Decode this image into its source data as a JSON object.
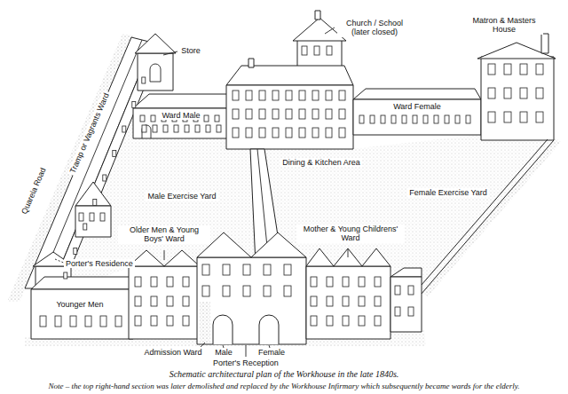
{
  "diagram": {
    "caption": "Schematic architectural plan of the Workhouse in the late 1840s.",
    "labels": [
      "Store",
      "Church / School (later closed)",
      "Matron & Masters House",
      "Ward Male",
      "Ward Female",
      "Tramp or Vagrants Ward",
      "Quarela Road",
      "Dining & Kitchen Area",
      "Male Exercise Yard",
      "Female Exercise Yard",
      "Porter's Residence",
      "Older Men & Young Boys' Ward",
      "Mother & Young Childrens' Ward",
      "Younger Men",
      "Admission Ward",
      "Male",
      "Female",
      "Porter's Reception",
      "Note – the top right-hand section was later demolished and replaced by the Workhouse Infirmary which subsequently became wards for the elderly."
    ]
  }
}
